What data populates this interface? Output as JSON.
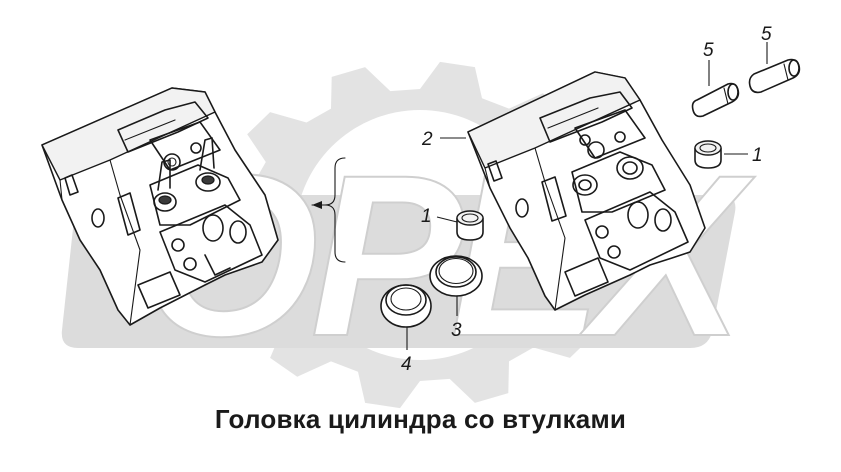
{
  "caption": "Головка цилиндра со втулками",
  "watermark": {
    "letters": [
      "O",
      "P",
      "E",
      "X"
    ],
    "gear_color": "#e3e3e3",
    "band_color": "#dcdcdc"
  },
  "parts": [
    {
      "number": "1",
      "name": "valve-seat-left"
    },
    {
      "number": "1",
      "name": "valve-seat-right"
    },
    {
      "number": "2",
      "name": "cylinder-head"
    },
    {
      "number": "3",
      "name": "ring"
    },
    {
      "number": "4",
      "name": "ring-with-collar"
    },
    {
      "number": "5",
      "name": "valve-guide-left"
    },
    {
      "number": "5",
      "name": "valve-guide-right"
    }
  ]
}
